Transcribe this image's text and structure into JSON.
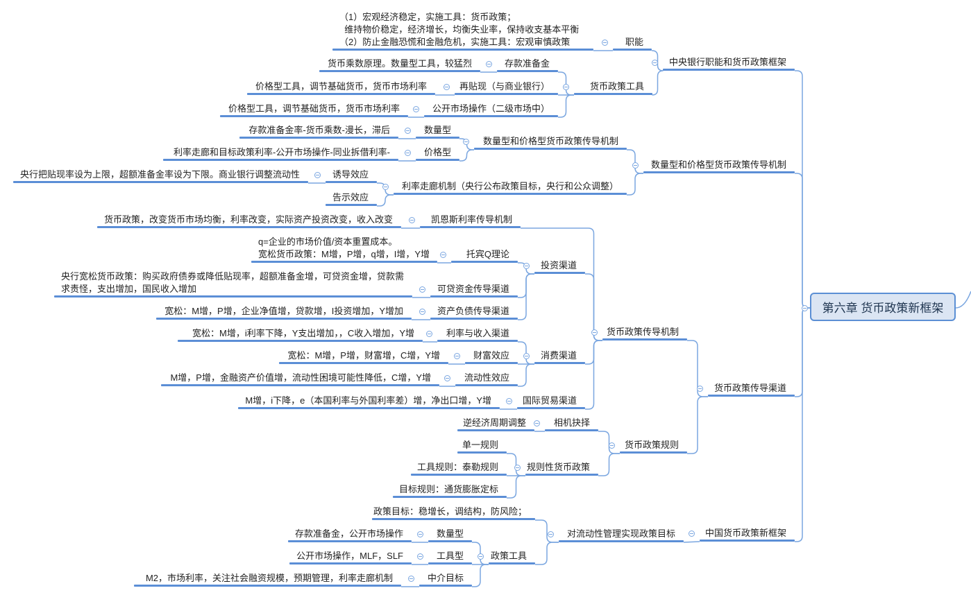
{
  "root": {
    "id": "root",
    "text": "第六章  货币政策新框架"
  },
  "colors": {
    "line": "#5b8ed6",
    "connector": "#7aa6e0",
    "root_fill": "#dbe5f3",
    "root_border": "#5b8fd4"
  },
  "nodes": [
    {
      "id": "c1",
      "parent": "root",
      "text": "中央银行职能和货币政策框架"
    },
    {
      "id": "c1a",
      "parent": "c1",
      "text": "职能"
    },
    {
      "id": "c1a1",
      "parent": "c1a",
      "text": "（1）宏观经济稳定，实施工具：货币政策；\n  维持物价稳定，经济增长，均衡失业率，保持收支基本平衡\n（2）防止金融恐慌和金融危机，实施工具：宏观审慎政策"
    },
    {
      "id": "c1b",
      "parent": "c1",
      "text": "货币政策工具"
    },
    {
      "id": "c1b1",
      "parent": "c1b",
      "text": "存款准备金"
    },
    {
      "id": "c1b1a",
      "parent": "c1b1",
      "text": "货币乘数原理。数量型工具，较猛烈"
    },
    {
      "id": "c1b2",
      "parent": "c1b",
      "text": "再贴现（与商业银行）"
    },
    {
      "id": "c1b2a",
      "parent": "c1b2",
      "text": "价格型工具，调节基础货币，货币市场利率"
    },
    {
      "id": "c1b3",
      "parent": "c1b",
      "text": "公开市场操作（二级市场中）"
    },
    {
      "id": "c1b3a",
      "parent": "c1b3",
      "text": "价格型工具，调节基础货币，货币市场利率"
    },
    {
      "id": "c2",
      "parent": "root",
      "text": "数量型和价格型货币政策传导机制"
    },
    {
      "id": "c2a",
      "parent": "c2",
      "text": "数量型和价格型货币政策传导机制"
    },
    {
      "id": "c2a1",
      "parent": "c2a",
      "text": "数量型"
    },
    {
      "id": "c2a1a",
      "parent": "c2a1",
      "text": "存款准备金率-货币乘数-漫长，滞后"
    },
    {
      "id": "c2a2",
      "parent": "c2a",
      "text": "价格型"
    },
    {
      "id": "c2a2a",
      "parent": "c2a2",
      "text": "利率走廊和目标政策利率-公开市场操作-同业拆借利率-"
    },
    {
      "id": "c2b",
      "parent": "c2",
      "text": "利率走廊机制（央行公布政策目标，央行和公众调整）"
    },
    {
      "id": "c2b1",
      "parent": "c2b",
      "text": "诱导效应"
    },
    {
      "id": "c2b1a",
      "parent": "c2b1",
      "text": "央行把贴现率设为上限，超额准备金率设为下限。商业银行调整流动性"
    },
    {
      "id": "c2b2",
      "parent": "c2b",
      "text": "告示效应"
    },
    {
      "id": "c3",
      "parent": "root",
      "text": "货币政策传导渠道"
    },
    {
      "id": "c3a",
      "parent": "c3",
      "text": "货币政策传导机制"
    },
    {
      "id": "c3a1",
      "parent": "c3a",
      "text": "凯恩斯利率传导机制"
    },
    {
      "id": "c3a1a",
      "parent": "c3a1",
      "text": "货币政策，改变货币市场均衡，利率改变，实际资产投资改变，收入改变"
    },
    {
      "id": "c3a2",
      "parent": "c3a",
      "text": "投资渠道"
    },
    {
      "id": "c3a2a",
      "parent": "c3a2",
      "text": "托宾Q理论"
    },
    {
      "id": "c3a2a1",
      "parent": "c3a2a",
      "text": "q=企业的市场价值/资本重置成本。\n宽松货币政策：M增，P增，q增，I增，Y增"
    },
    {
      "id": "c3a2b",
      "parent": "c3a2",
      "text": "可贷资金传导渠道"
    },
    {
      "id": "c3a2b1",
      "parent": "c3a2b",
      "text": "央行宽松货币政策：购买政府债券或降低贴现率，超额准备金增，可贷资金增，贷款需\n求责怪，支出增加，国民收入增加"
    },
    {
      "id": "c3a2c",
      "parent": "c3a2",
      "text": "资产负债传导渠道"
    },
    {
      "id": "c3a2c1",
      "parent": "c3a2c",
      "text": "宽松：M增，P增，企业净值增，贷款增，I投资增加，Y增加"
    },
    {
      "id": "c3a3",
      "parent": "c3a",
      "text": "消费渠道"
    },
    {
      "id": "c3a3a",
      "parent": "c3a3",
      "text": "利率与收入渠道"
    },
    {
      "id": "c3a3a1",
      "parent": "c3a3a",
      "text": "宽松：M增，i利率下降，Y支出增加，，C收入增加，Y增"
    },
    {
      "id": "c3a3b",
      "parent": "c3a3",
      "text": "财富效应"
    },
    {
      "id": "c3a3b1",
      "parent": "c3a3b",
      "text": "宽松：M增，P增，财富增，C增，Y增"
    },
    {
      "id": "c3a3c",
      "parent": "c3a3",
      "text": "流动性效应"
    },
    {
      "id": "c3a3c1",
      "parent": "c3a3c",
      "text": "M增，P增，金融资产价值增，流动性困境可能性降低，C增，Y增"
    },
    {
      "id": "c3a4",
      "parent": "c3a",
      "text": "国际贸易渠道"
    },
    {
      "id": "c3a4a",
      "parent": "c3a4",
      "text": "M增，i下降，e（本国利率与外国利率差）增，净出口增，Y增"
    },
    {
      "id": "c3b",
      "parent": "c3",
      "text": "货币政策规则"
    },
    {
      "id": "c3b1",
      "parent": "c3b",
      "text": "相机抉择"
    },
    {
      "id": "c3b1a",
      "parent": "c3b1",
      "text": "逆经济周期调整"
    },
    {
      "id": "c3b2",
      "parent": "c3b",
      "text": "规则性货币政策"
    },
    {
      "id": "c3b2a",
      "parent": "c3b2",
      "text": "单一规则"
    },
    {
      "id": "c3b2b",
      "parent": "c3b2",
      "text": "工具规则：泰勒规则"
    },
    {
      "id": "c3b2c",
      "parent": "c3b2",
      "text": "目标规则：通货膨胀定标"
    },
    {
      "id": "c4",
      "parent": "root",
      "text": "中国货币政策新框架"
    },
    {
      "id": "c4a",
      "parent": "c4",
      "text": "对流动性管理实现政策目标"
    },
    {
      "id": "c4a1",
      "parent": "c4a",
      "text": "政策目标：稳增长，调结构，防风险；"
    },
    {
      "id": "c4a2",
      "parent": "c4a",
      "text": "政策工具"
    },
    {
      "id": "c4a2a",
      "parent": "c4a2",
      "text": "数量型"
    },
    {
      "id": "c4a2a1",
      "parent": "c4a2a",
      "text": "存款准备金，公开市场操作"
    },
    {
      "id": "c4a2b",
      "parent": "c4a2",
      "text": "工具型"
    },
    {
      "id": "c4a2b1",
      "parent": "c4a2b",
      "text": "公开市场操作，MLF，SLF"
    },
    {
      "id": "c4a2c",
      "parent": "c4a2",
      "text": "中介目标"
    },
    {
      "id": "c4a2c1",
      "parent": "c4a2c",
      "text": "M2，市场利率，关注社会融资规模，预期管理，利率走廊机制"
    }
  ]
}
